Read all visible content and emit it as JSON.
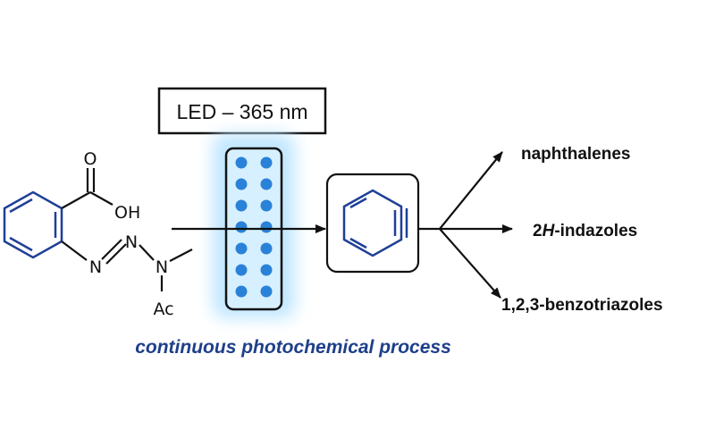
{
  "lamp": {
    "label": "LED – 365 nm"
  },
  "reactant": {
    "atoms": {
      "oxygen_double": "O",
      "hydroxyl": "OH",
      "nitrogen_1": "N",
      "nitrogen_2": "N",
      "nitrogen_3": "N",
      "acetyl": "Ac"
    }
  },
  "products": {
    "naphthalenes": "naphthalenes",
    "indazoles_prefix": "2",
    "indazoles_italic": "H",
    "indazoles_suffix": "-indazoles",
    "benzotriazoles": "1,2,3-benzotriazoles"
  },
  "caption": "continuous photochemical process",
  "colors": {
    "accent_blue": "#1e3f8a",
    "led_dot": "#2a82d8",
    "led_glow": "#8fd0ff"
  }
}
